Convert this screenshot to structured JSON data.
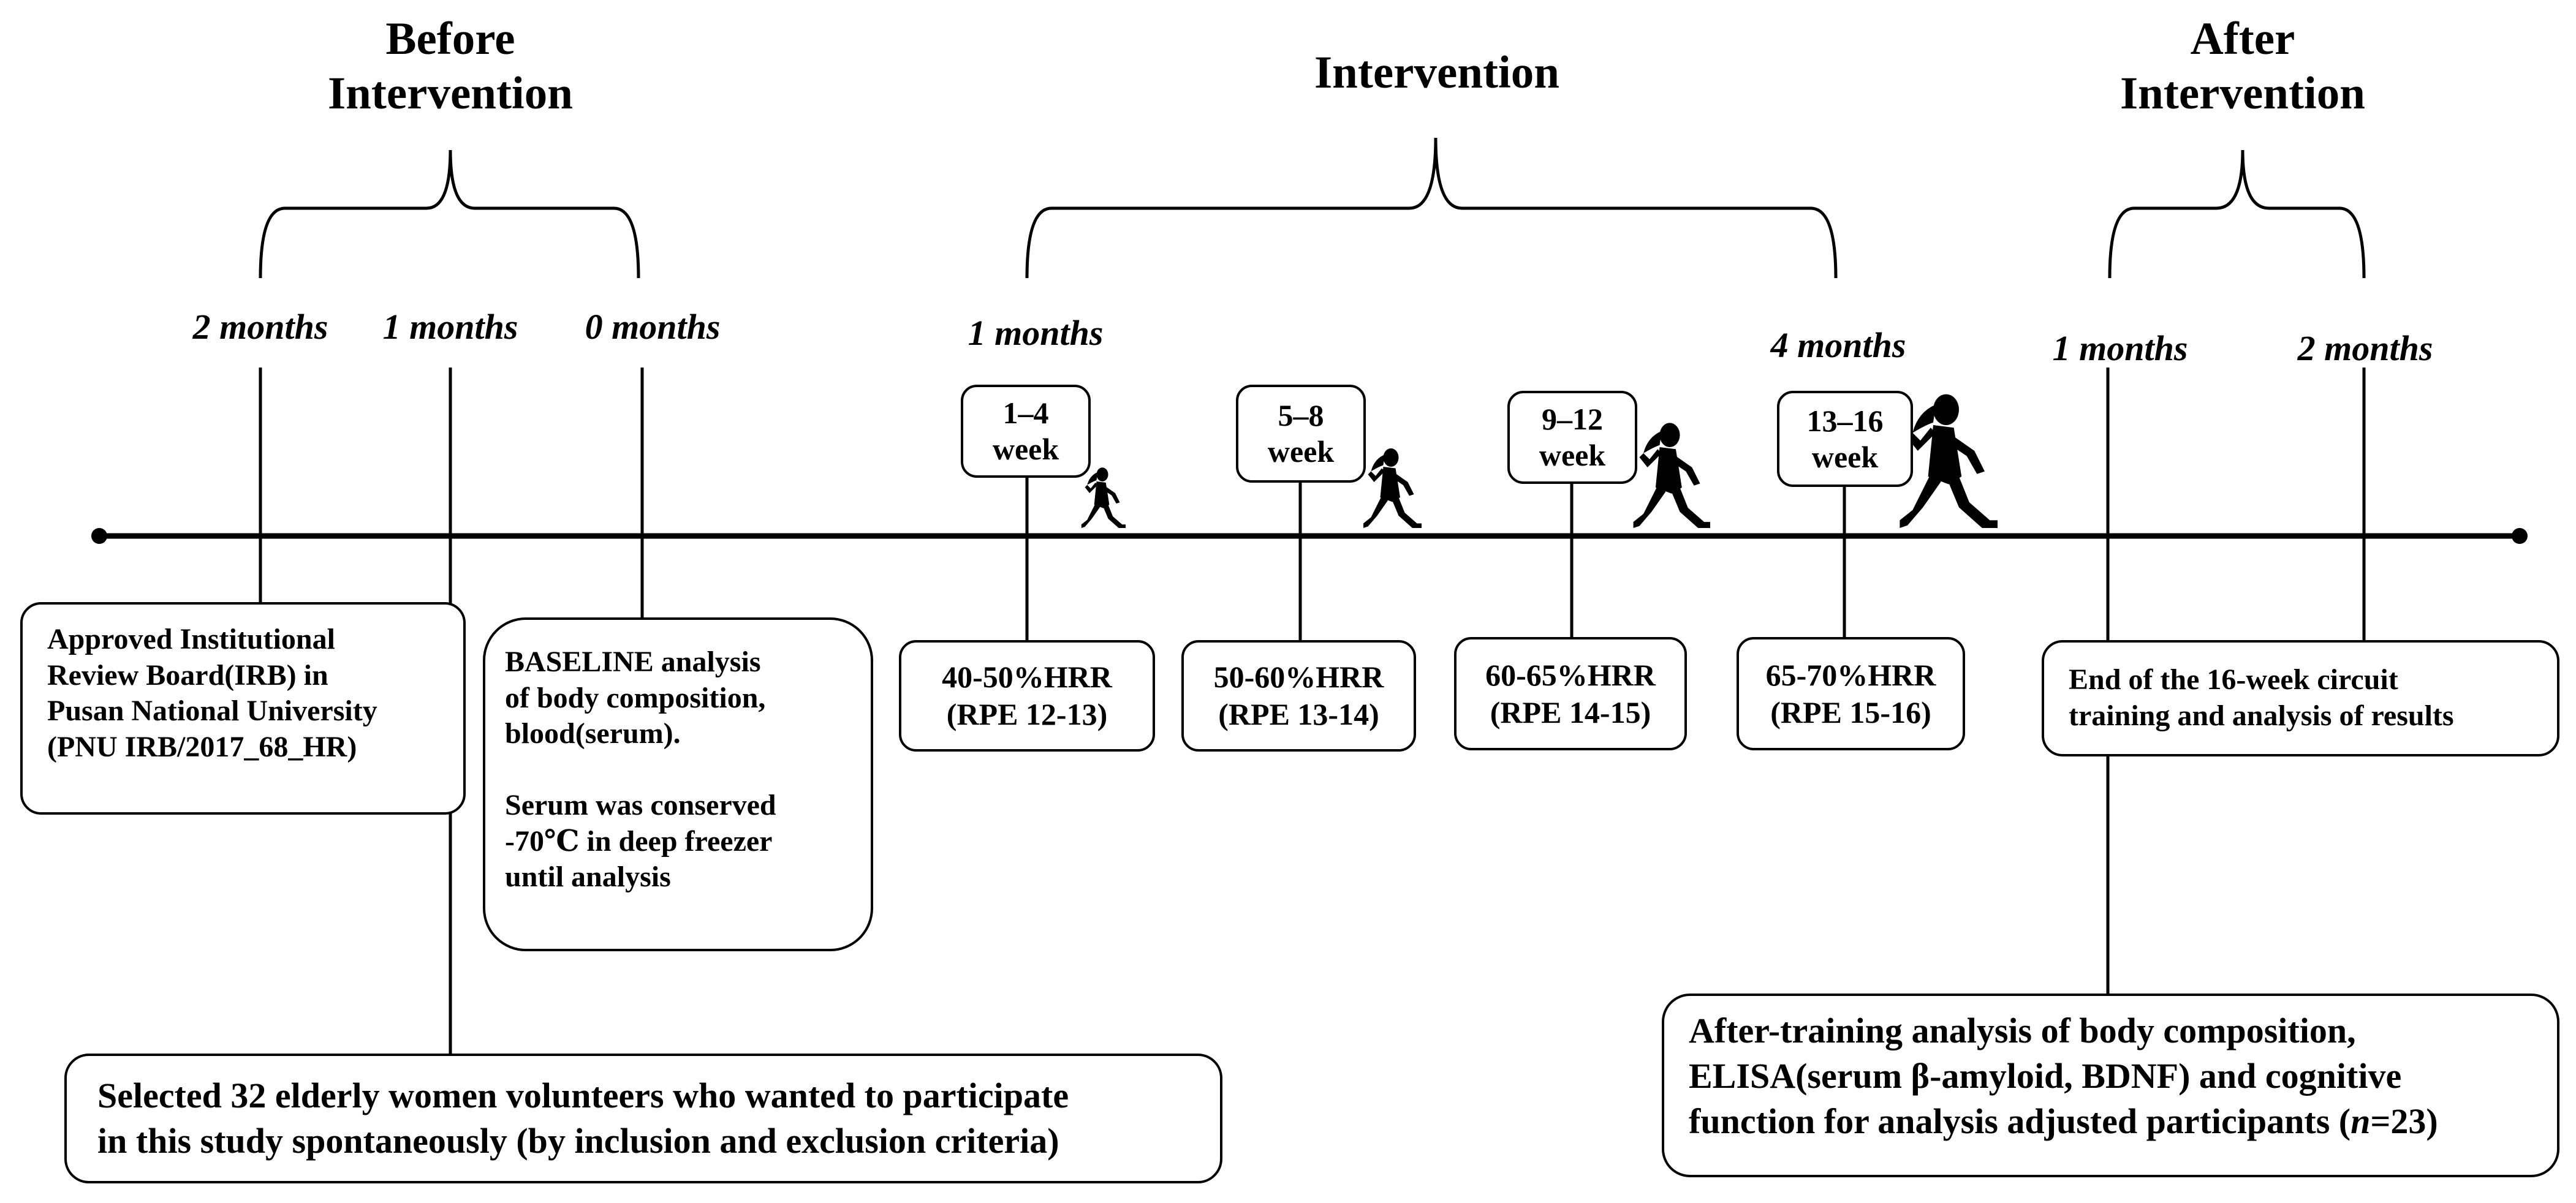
{
  "phases": {
    "before": "Before\nIntervention",
    "intervention": "Intervention",
    "after": "After\nIntervention"
  },
  "months": {
    "b2": "2 months",
    "b1": "1 months",
    "b0": "0 months",
    "i1": "1 months",
    "i4": "4 months",
    "a1": "1 months",
    "a2": "2 months"
  },
  "weeks": [
    "1–4\nweek",
    "5–8\nweek",
    "9–12\nweek",
    "13–16\nweek"
  ],
  "intensities": [
    "40-50%HRR\n(RPE 12-13)",
    "50-60%HRR\n(RPE 13-14)",
    "60-65%HRR\n(RPE 14-15)",
    "65-70%HRR\n(RPE 15-16)"
  ],
  "notes": {
    "irb": "Approved Institutional\nReview Board(IRB) in\nPusan National University\n(PNU IRB/2017_68_HR)",
    "baseline": "BASELINE analysis\nof body composition,\nblood(serum).\n\nSerum was conserved\n-70℃ in deep freezer\nuntil analysis",
    "selected": "Selected 32 elderly women volunteers who wanted to participate\nin this study spontaneously (by inclusion and exclusion criteria)",
    "end": "End of the 16-week circuit\ntraining and analysis of results",
    "after_pre": "After-training analysis of body composition,\nELISA(serum β-amyloid, BDNF) and cognitive\nfunction for analysis adjusted participants (",
    "after_n": "n",
    "after_post": "=23)"
  },
  "icons": [
    "runner-icon",
    "runner-icon",
    "runner-icon",
    "runner-icon"
  ]
}
